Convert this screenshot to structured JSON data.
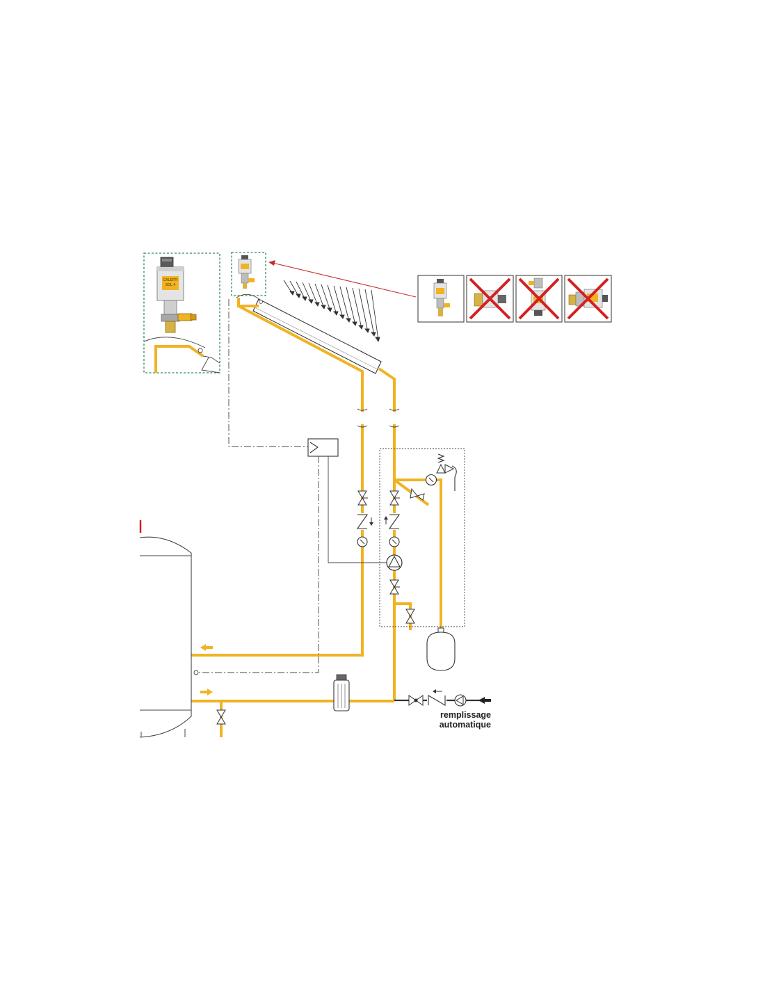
{
  "colors": {
    "pipe": "#f0b323",
    "accent_red": "#d42020",
    "detail_box": "#2e8b57",
    "line": "#333333",
    "arrow_red": "#c0302a"
  },
  "icons": [
    "air-vent-icon",
    "solar-collector-icon",
    "sun-rays-icon",
    "controller-icon",
    "pump-icon",
    "check-valve-icon",
    "ball-valve-icon",
    "thermometer-gauge-icon",
    "pressure-gauge-icon",
    "safety-valve-icon",
    "expansion-vessel-icon",
    "storage-tank-icon",
    "deaerator-icon",
    "cross-out-icon"
  ],
  "device_label": {
    "brand": "CALEFFI",
    "model": "SOL 4"
  },
  "fill_label": {
    "line1": "remplissage",
    "line2": "automatique"
  }
}
